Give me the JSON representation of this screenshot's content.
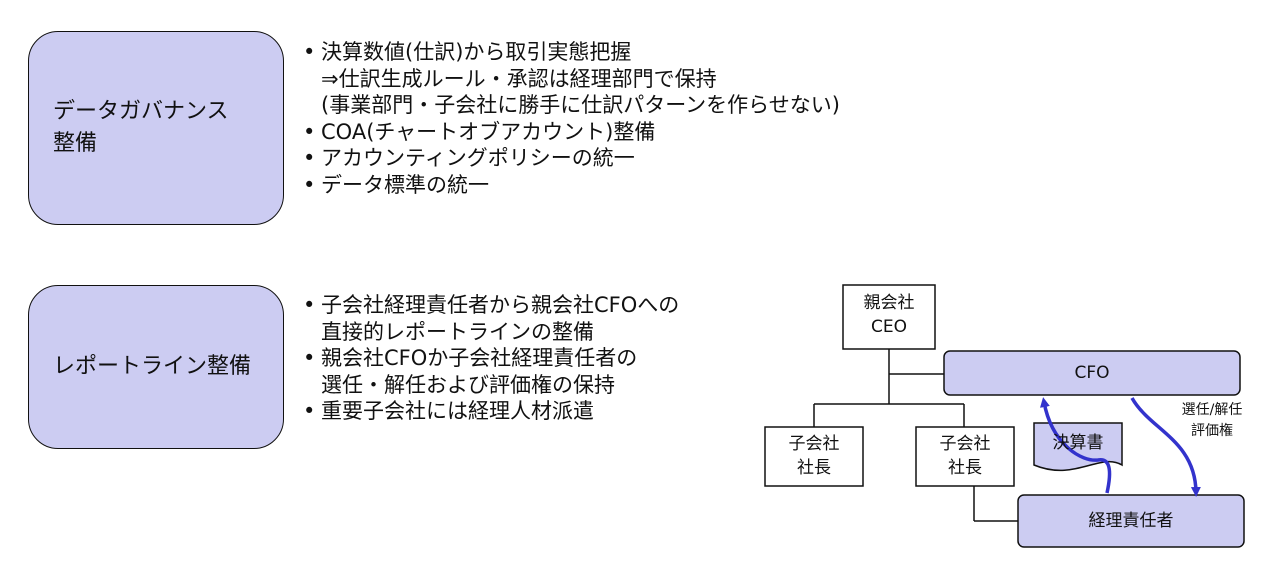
{
  "sections": [
    {
      "label": "データガバナンス\n整備",
      "bullets": [
        {
          "text": "決算数値(仕訳)から取引実態把握",
          "bullet": true
        },
        {
          "text": "⇒仕訳生成ルール・承認は経理部門で保持",
          "bullet": false
        },
        {
          "text": "(事業部門・子会社に勝手に仕訳パターンを作らせない)",
          "bullet": false
        },
        {
          "text": "COA(チャートオブアカウント)整備",
          "bullet": true
        },
        {
          "text": "アカウンティングポリシーの統一",
          "bullet": true
        },
        {
          "text": "データ標準の統一",
          "bullet": true
        }
      ]
    },
    {
      "label": "レポートライン整備",
      "bullets": [
        {
          "text": "子会社経理責任者から親会社CFOへの",
          "bullet": true
        },
        {
          "text": "直接的レポートラインの整備",
          "bullet": false
        },
        {
          "text": "親会社CFOか子会社経理責任者の",
          "bullet": true
        },
        {
          "text": "選任・解任および評価権の保持",
          "bullet": false
        },
        {
          "text": "重要子会社には経理人材派遣",
          "bullet": true
        }
      ]
    }
  ],
  "bullet_char": "•",
  "org_chart": {
    "parent_ceo": "親会社\nCEO",
    "cfo": "CFO",
    "sub_president_1": "子会社\n社長",
    "sub_president_2": "子会社\n社長",
    "accounting_head": "経理責任者",
    "document": "決算書",
    "arrow_label": "選任/解任\n評価権"
  },
  "colors": {
    "box_fill": "#ccccf2",
    "arrow": "#3333cc",
    "outline": "#111111"
  }
}
